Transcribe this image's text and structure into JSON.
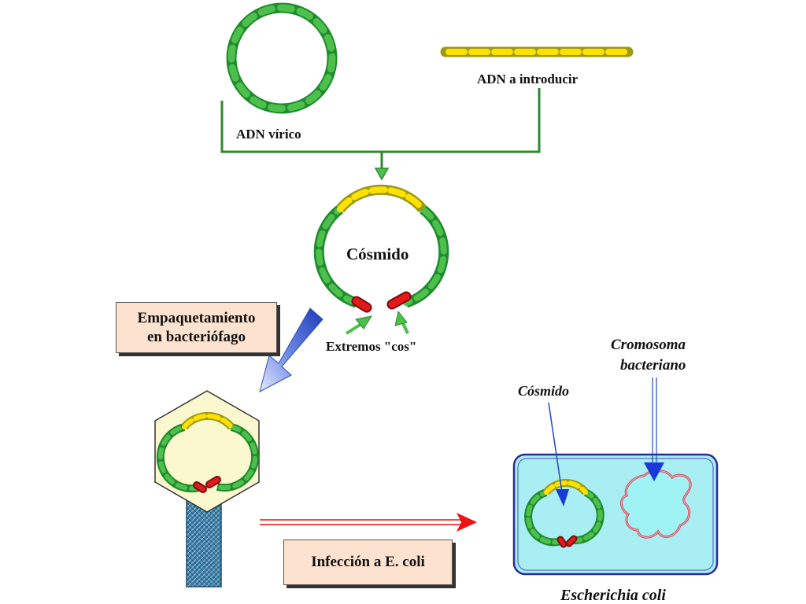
{
  "labels": {
    "viral_dna": "ADN vírico",
    "insert_dna": "ADN a introducir",
    "cosmid": "Cósmido",
    "cos_ends": "Extremos \"cos\"",
    "packaging_line1": "Empaquetamiento",
    "packaging_line2": "en bacteriófago",
    "infection": "Infección a E. coli",
    "cosmid_in_cell": "Cósmido",
    "chromosome_line1": "Cromosoma",
    "chromosome_line2": "bacteriano",
    "organism": "Escherichia coli"
  },
  "colors": {
    "viral_green_dark": "#1f8a2e",
    "viral_green_light": "#4cc04a",
    "insert_yellow": "#ffe100",
    "insert_olive": "#9c9a12",
    "cos_red": "#e21a1a",
    "connector_green": "#2e8b2e",
    "cell_fill": "#a9eef2",
    "cell_border": "#2a2aa0",
    "chromosome_fill": "#9ff3f5",
    "chromosome_border": "#d04a5a",
    "phage_head": "#fbf7cf",
    "phage_tail": "#3e7fa8",
    "label_box": "#fde3cf",
    "arrow_blue": "#2248c8",
    "arrow_red": "#ee1111"
  }
}
